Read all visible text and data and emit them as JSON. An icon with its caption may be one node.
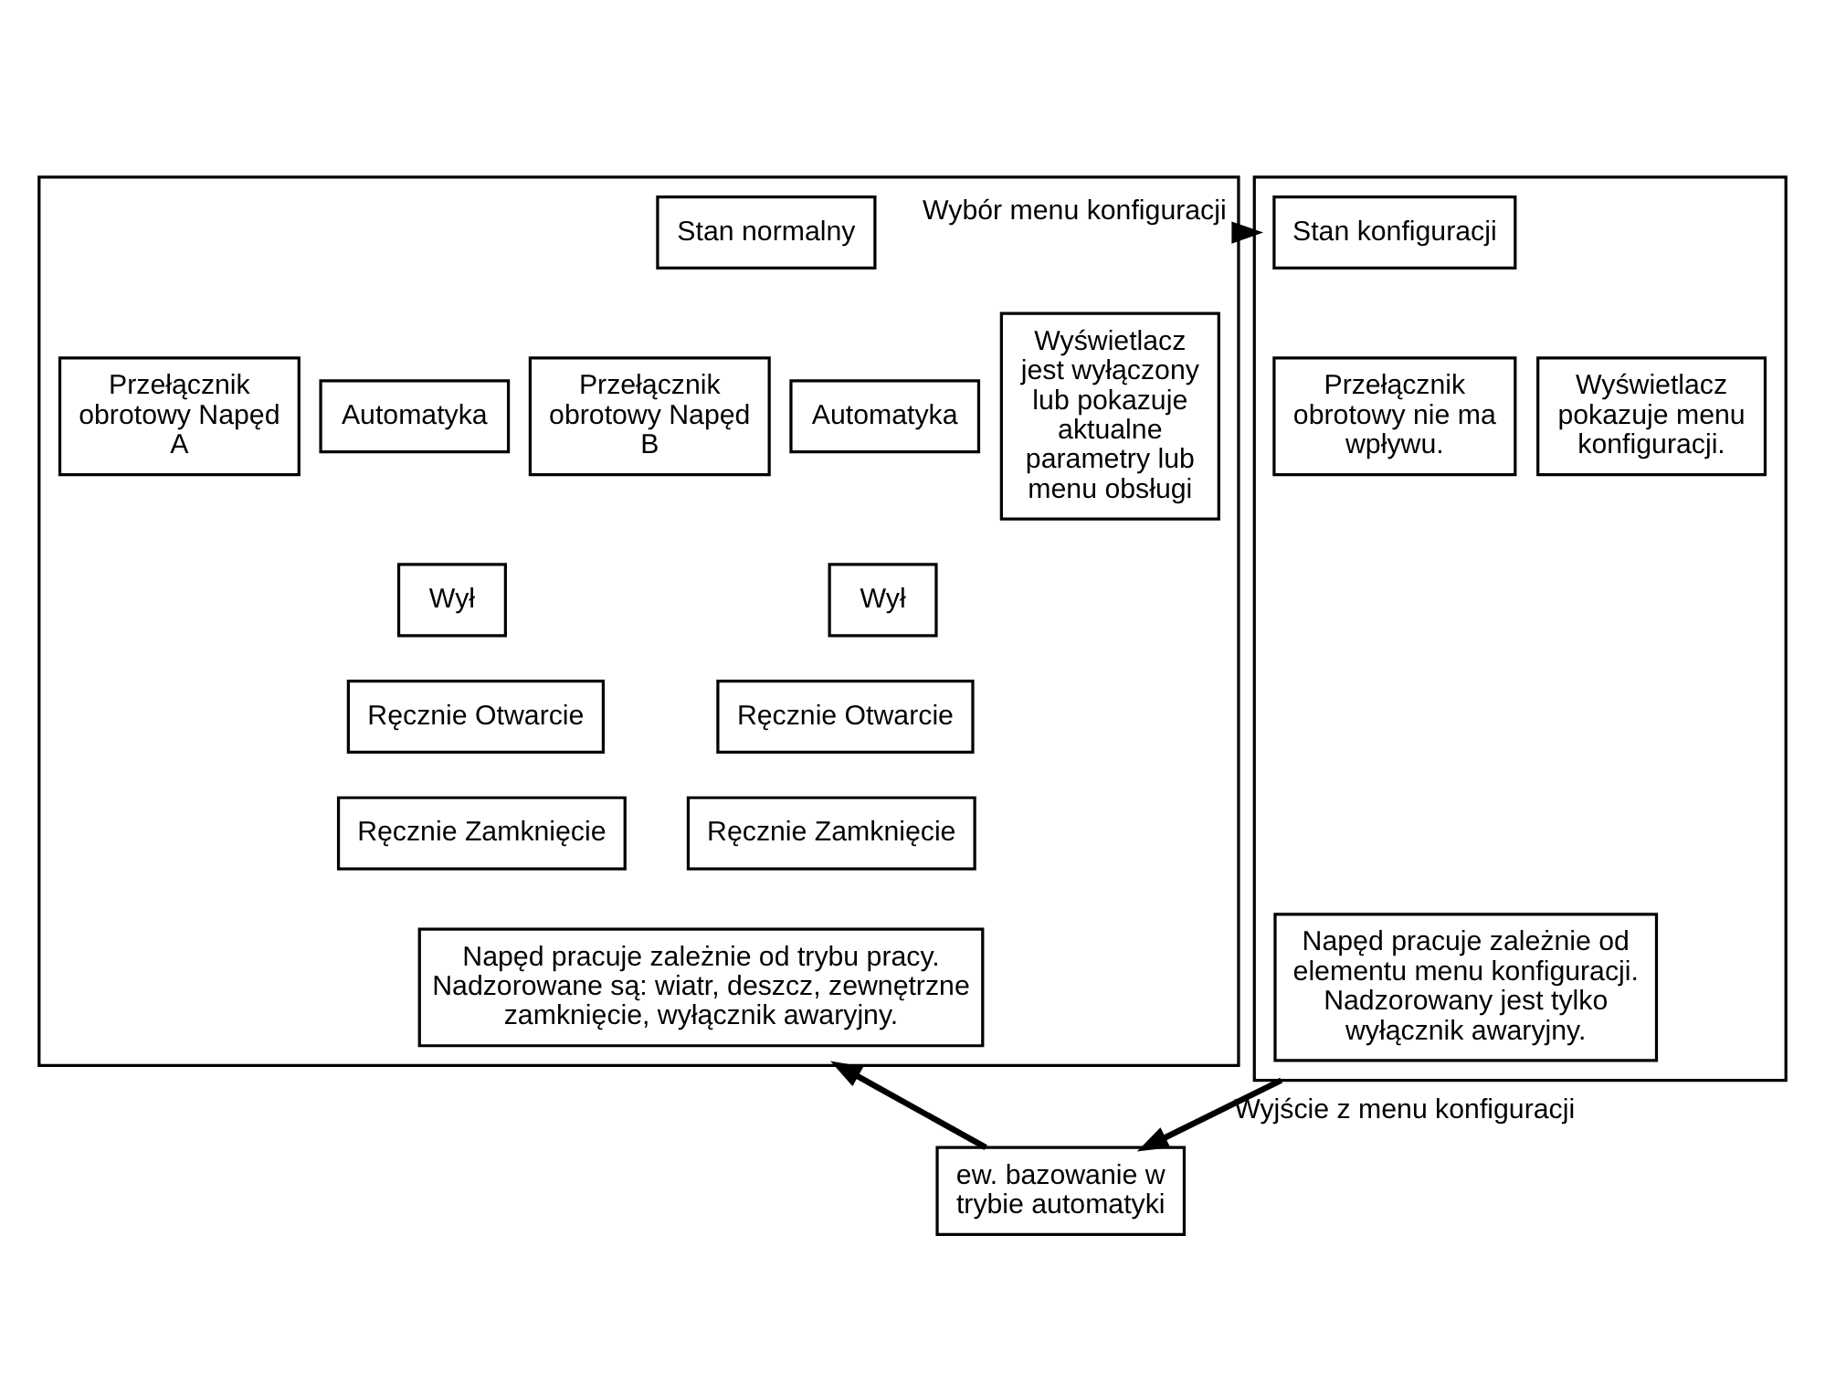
{
  "diagram": {
    "nodes": [
      {
        "text": [],
        "shape": "box"
      },
      {
        "text": [
          "Stan normalny"
        ],
        "in": 0
      },
      {
        "text": [
          "Przełącznik obrotowy Napęd A"
        ],
        "in": 0
      },
      {
        "text": [
          "Automatyka"
        ],
        "in": 0
      },
      {
        "text": [
          "Wył"
        ],
        "in": 0
      },
      {
        "text": [
          "Ręcznie Otwarcie"
        ],
        "in": 0
      },
      {
        "text": [
          "Ręcznie Zamknięcie"
        ],
        "in": 0
      },
      {
        "text": [
          "Przełącznik obrotowy Napęd B"
        ],
        "in": 0
      },
      {
        "text": [
          "Automatyka"
        ],
        "in": 0
      },
      {
        "text": [
          "Wył"
        ],
        "in": 0
      },
      {
        "text": [
          "Ręcznie Otwarcie"
        ],
        "in": 0
      },
      {
        "text": [
          "Ręcznie Zamknięcie"
        ],
        "in": 0
      },
      {
        "text": [
          "Wyświetlacz jest wyłączony lub pokazuje aktualne parametry lub menu obsługi"
        ],
        "in": 0
      },
      {
        "text": [
          "Napęd pracuje zależnie od trybu pracy. Nadzorowane są: wiatr, deszcz, zewnętrzne zamknięcie, wyłącznik awaryjny."
        ],
        "in": 0
      },
      {
        "text": [],
        "shape": "box"
      },
      {
        "text": [
          "Stan konfiguracji"
        ],
        "in": 14
      },
      {
        "text": [
          "Przełącznik obrotowy nie ma wpływu."
        ],
        "in": 14
      },
      {
        "text": [
          "Wyświetlacz pokazuje menu konfiguracji."
        ],
        "in": 14
      },
      {
        "text": [
          "Napęd pracuje zależnie od elementu menu konfiguracji. Nadzorowany jest tylko wyłącznik awaryjny."
        ],
        "in": 14
      },
      {
        "text": [
          "ew. bazowanie w trybie automatyki"
        ]
      }
    ],
    "edges": [
      {
        "from": 0,
        "to": 14,
        "arrow": "to",
        "label": "Wybór menu konfiguracji"
      },
      {
        "from": 14,
        "to": 19,
        "arrow": "to",
        "label": "Wyjście z menu konfiguracji"
      },
      {
        "from": 19,
        "to": 0,
        "arrow": "to"
      }
    ]
  }
}
